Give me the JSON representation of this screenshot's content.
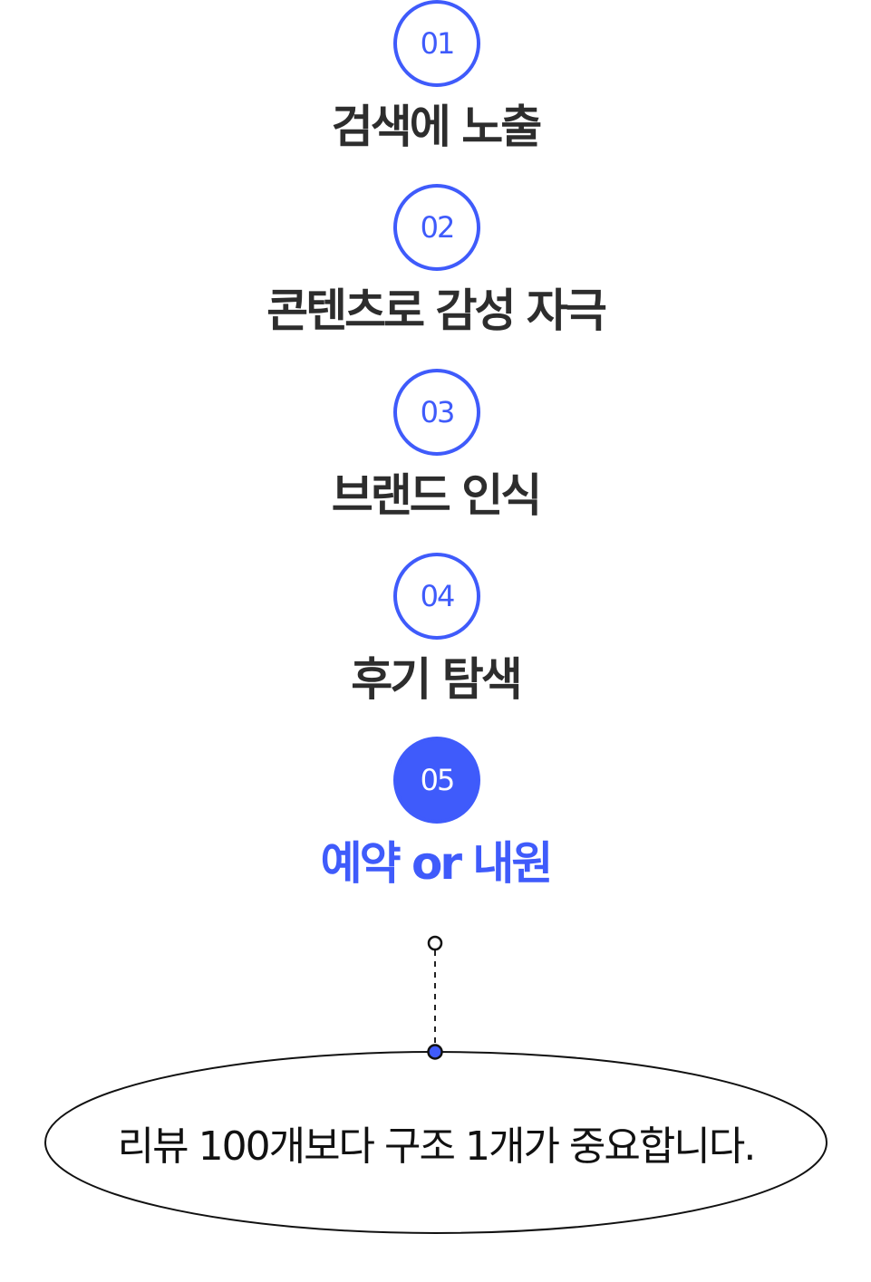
{
  "steps": [
    {
      "number": "01",
      "label": "검색에 노출"
    },
    {
      "number": "02",
      "label": "콘텐츠로 감성 자극"
    },
    {
      "number": "03",
      "label": "브랜드 인식"
    },
    {
      "number": "04",
      "label": "후기 탐색"
    },
    {
      "number": "05",
      "label": "예약 or 내원"
    }
  ],
  "note": "리뷰 100개보다 구조 1개가 중요합니다.",
  "colors": {
    "accent": "#3f5bfb",
    "text": "#2d2d2d"
  }
}
